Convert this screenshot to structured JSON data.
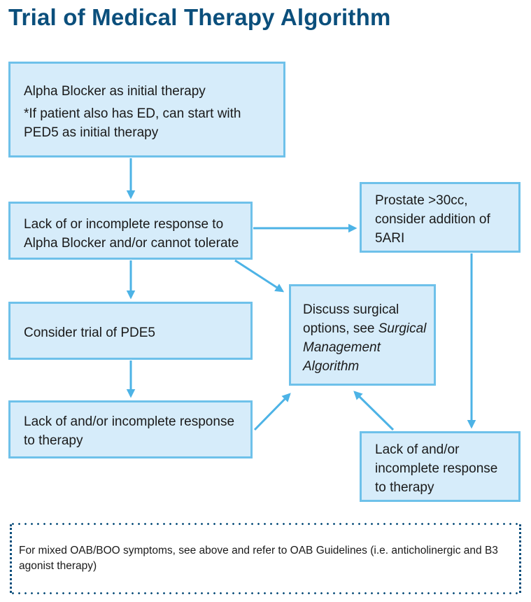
{
  "title": "Trial of Medical Therapy Algorithm",
  "colors": {
    "title": "#0b4f7c",
    "box_fill": "#d6ecfa",
    "box_border": "#6ec1ea",
    "arrow": "#4db3e6",
    "note_border": "#0b4f7c"
  },
  "nodes": {
    "alpha_blocker": {
      "line1": "Alpha Blocker as initial therapy",
      "line2": "*If patient also has ED, can start with PED5 as initial therapy"
    },
    "lack_response_alpha": {
      "text": "Lack of or incomplete response to Alpha Blocker and/or cannot tolerate"
    },
    "prostate": {
      "text": "Prostate >30cc, consider addition of 5ARI"
    },
    "trial_pde5": {
      "text": "Consider trial of PDE5"
    },
    "surgical": {
      "prefix": "Discuss surgical options, see ",
      "link": "Surgical Management Algorithm"
    },
    "lack_response_therapy_left": {
      "text": "Lack of and/or incomplete response to therapy"
    },
    "lack_response_therapy_right": {
      "text": "Lack of and/or incomplete response to therapy"
    }
  },
  "note": {
    "text": "For mixed OAB/BOO symptoms, see above and refer to OAB Guidelines (i.e. anticholinergic and B3 agonist therapy)"
  }
}
